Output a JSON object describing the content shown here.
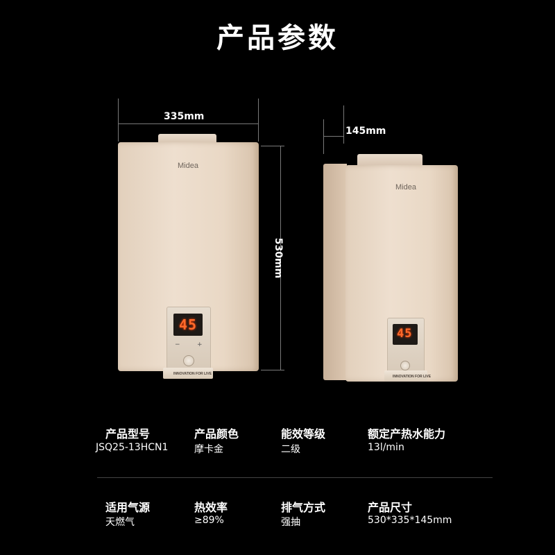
{
  "title": "产品参数",
  "dimensions": {
    "width": "335mm",
    "depth": "145mm",
    "height": "530mm"
  },
  "heater": {
    "brand": "Midea",
    "display_value": "45",
    "tagline": "INNOVATION FOR LIVE",
    "minus": "−",
    "plus": "+"
  },
  "specs": {
    "row1": [
      {
        "label": "产品型号",
        "value": "JSQ25-13HCN1"
      },
      {
        "label": "产品颜色",
        "value": "摩卡金"
      },
      {
        "label": "能效等级",
        "value": "二级"
      },
      {
        "label": "额定产热水能力",
        "value": "13l/min"
      }
    ],
    "row2": [
      {
        "label": "适用气源",
        "value": "天燃气"
      },
      {
        "label": "热效率",
        "value": "≥89%"
      },
      {
        "label": "排气方式",
        "value": "强抽"
      },
      {
        "label": "产品尺寸",
        "value": "530*335*145mm"
      }
    ]
  },
  "colors": {
    "background": "#000000",
    "heater_body": "#eadccb",
    "display_digits": "#ff6a2b"
  }
}
